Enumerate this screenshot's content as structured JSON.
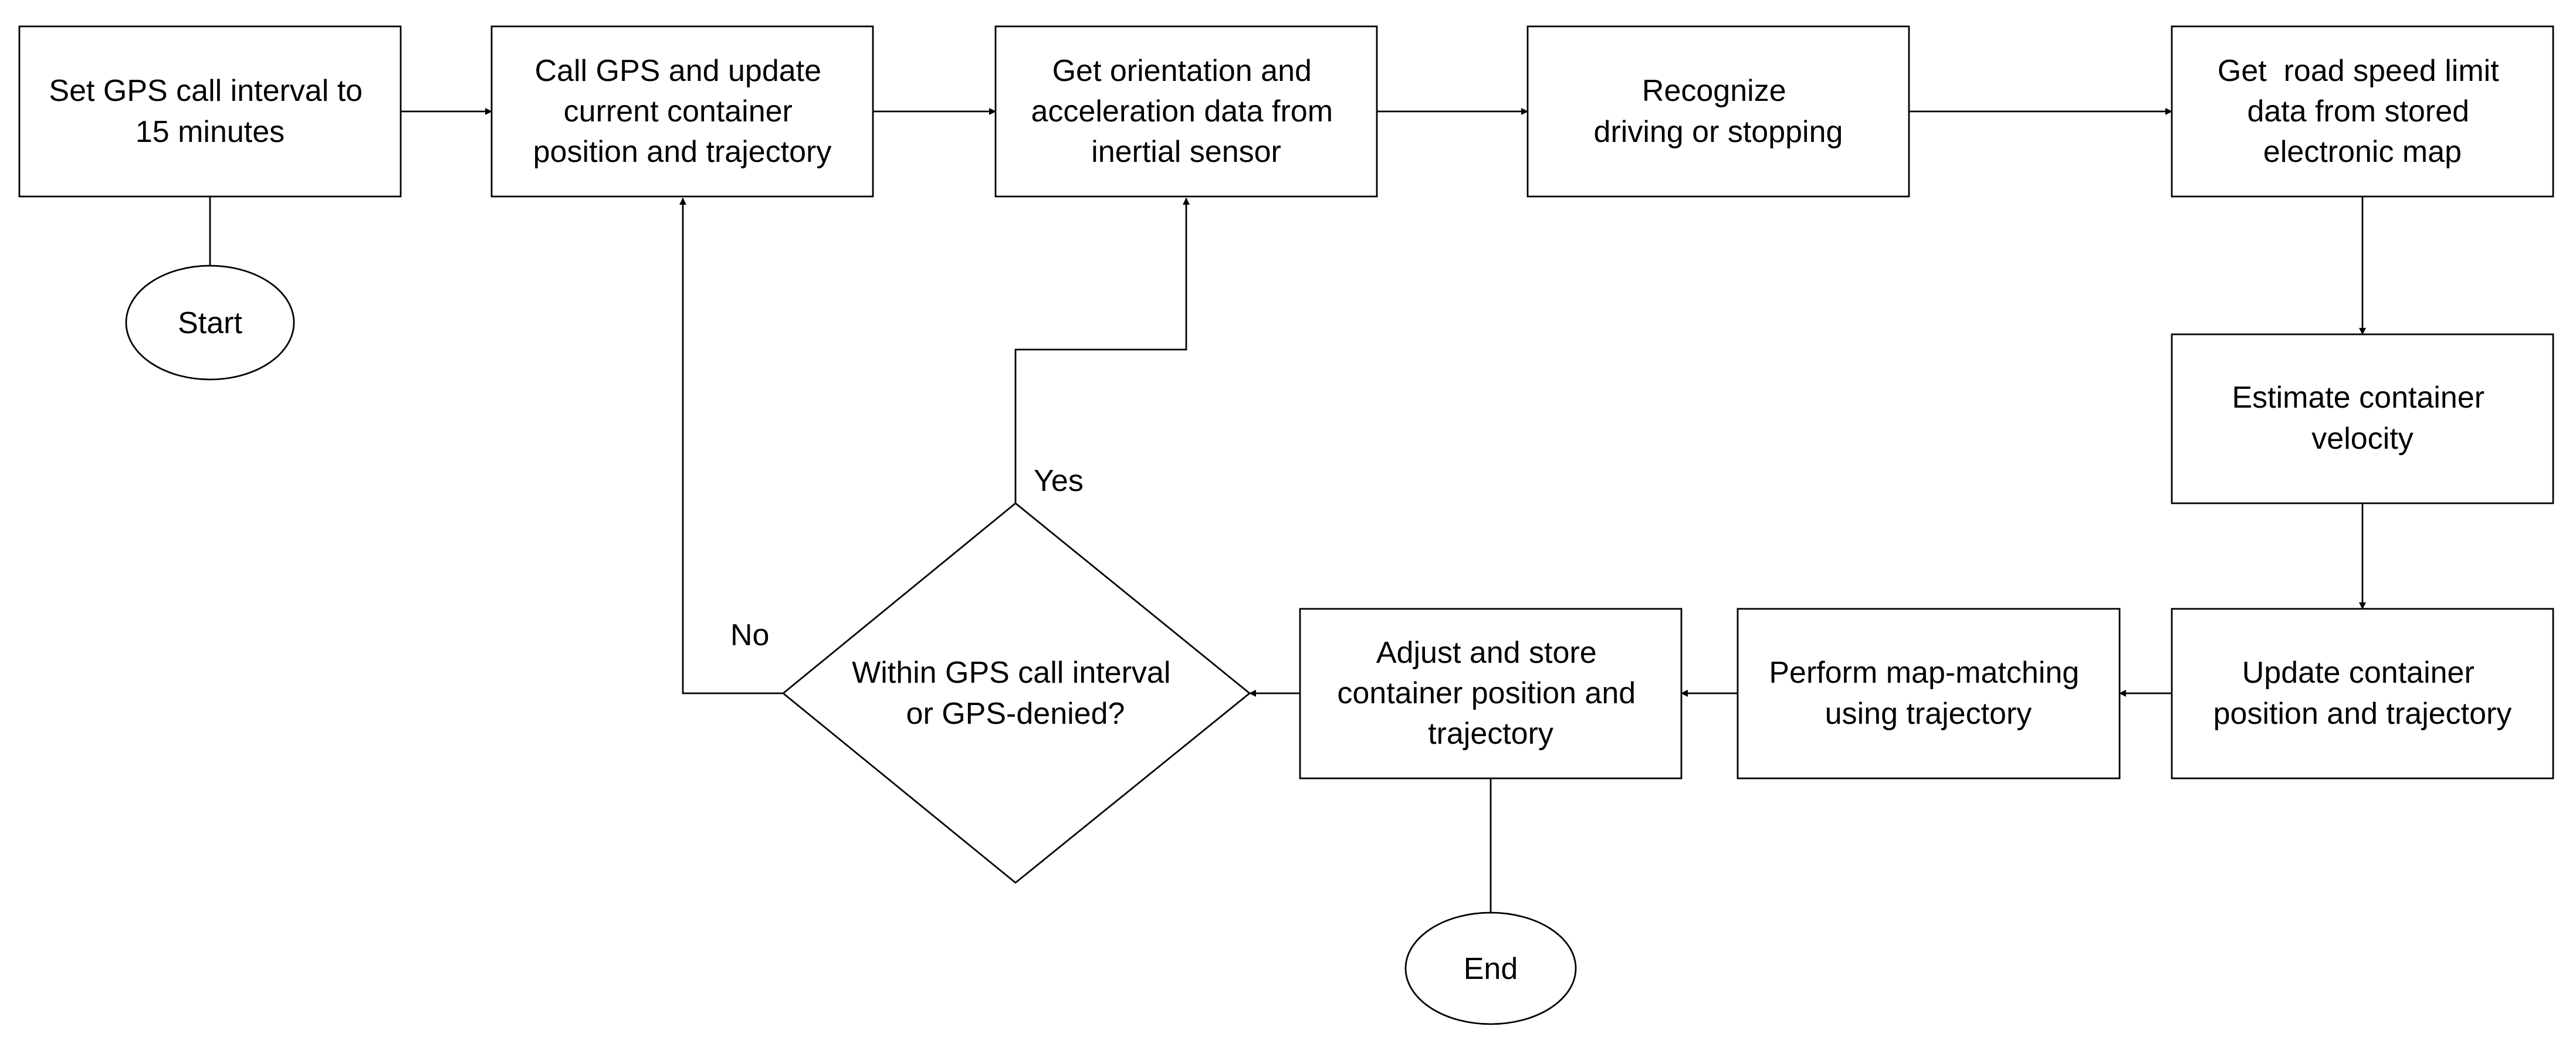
{
  "nodes": {
    "set_interval": {
      "lines": [
        "Set GPS call interval to",
        "15 minutes"
      ]
    },
    "call_gps": {
      "lines": [
        "Call GPS and update",
        "current container",
        "position and trajectory"
      ]
    },
    "get_orientation": {
      "lines": [
        "Get orientation and",
        "acceleration data from",
        "inertial sensor"
      ]
    },
    "recognize": {
      "lines": [
        "Recognize",
        "driving or stopping"
      ]
    },
    "get_speed_limit": {
      "lines": [
        "Get  road speed limit",
        "data from stored",
        "electronic map"
      ]
    },
    "estimate_velocity": {
      "lines": [
        "Estimate container",
        "velocity"
      ]
    },
    "update_position": {
      "lines": [
        "Update container",
        "position and trajectory"
      ]
    },
    "map_matching": {
      "lines": [
        "Perform map-matching",
        "using trajectory"
      ]
    },
    "adjust_store": {
      "lines": [
        "Adjust and store",
        "container position and",
        "trajectory"
      ]
    },
    "decision": {
      "lines": [
        "Within GPS call interval",
        "or GPS-denied?"
      ]
    },
    "start": {
      "lines": [
        "Start"
      ]
    },
    "end": {
      "lines": [
        "End"
      ]
    }
  },
  "edge_labels": {
    "yes": "Yes",
    "no": "No"
  }
}
